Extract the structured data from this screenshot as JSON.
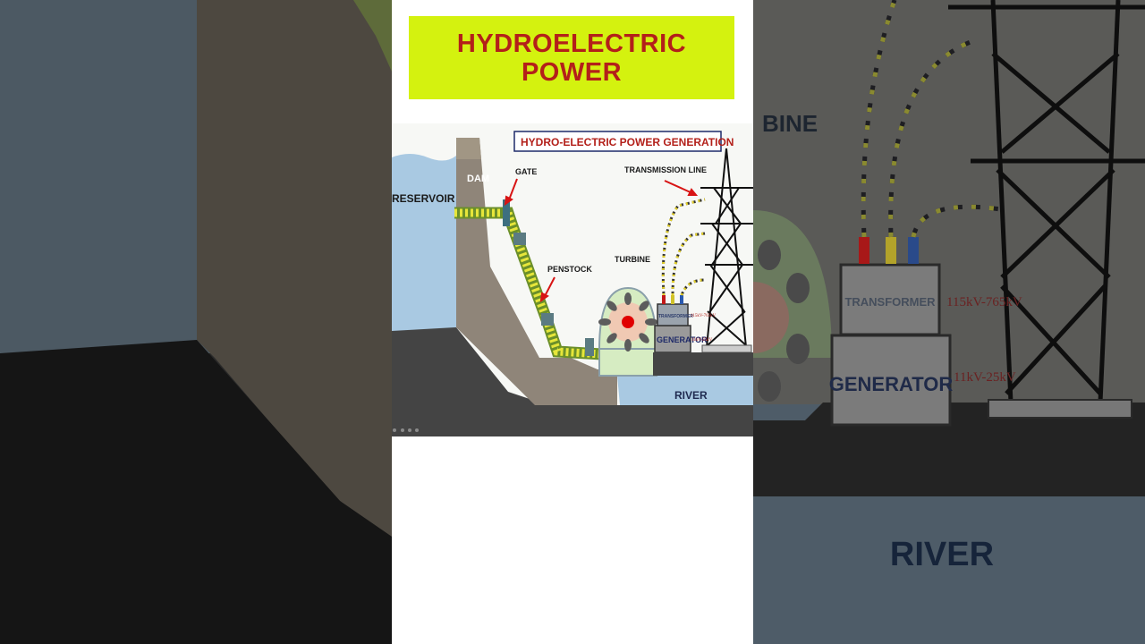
{
  "title": {
    "line1": "HYDROELECTRIC",
    "line2": "POWER"
  },
  "diagram": {
    "heading": "HYDRO-ELECTRIC  POWER GENERATION",
    "labels": {
      "reservoir": "RESERVOIR",
      "dam": "DAM",
      "gate": "GATE",
      "penstock": "PENSTOCK",
      "turbine": "TURBINE",
      "transmission_line": "TRANSMISSION LINE",
      "transformer": "TRANSFORMER",
      "generator": "GENERATOR",
      "river": "RIVER",
      "transformer_voltage": "115kV-765kV",
      "generator_voltage": "11kV-25kV"
    }
  },
  "background": {
    "labels": {
      "turbine_partial": "BINE",
      "transformer": "TRANSFORMER",
      "generator": "GENERATOR",
      "transformer_voltage": "115kV-765kV",
      "generator_voltage": "11kV-25kV",
      "river": "RIVER"
    }
  },
  "colors": {
    "title_bg": "#d4f20f",
    "title_text": "#b3201a",
    "water": "#a9c9e2",
    "ground": "#3d3d3d",
    "voltage_text": "#b3201a"
  }
}
